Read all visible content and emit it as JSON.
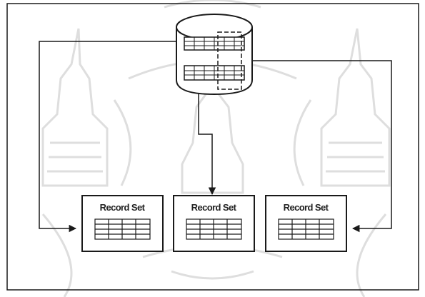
{
  "diagram": {
    "record_sets": [
      {
        "title": "Record Set"
      },
      {
        "title": "Record Set"
      },
      {
        "title": "Record Set"
      }
    ],
    "icons": {
      "database": "database-cylinder-icon",
      "watermark": "thai-temple-crest-watermark"
    },
    "colors": {
      "stroke": "#1a1a1a",
      "watermark": "#d9d9d9",
      "background": "#ffffff"
    }
  }
}
